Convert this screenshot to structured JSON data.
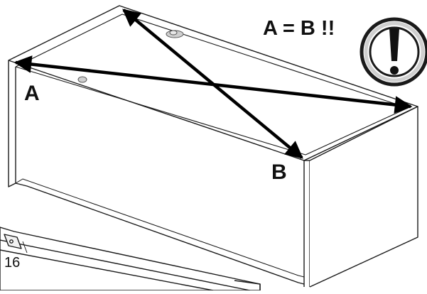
{
  "labels": {
    "corner_a": "A",
    "corner_b": "B",
    "equation": "A = B !!",
    "part_number": "16",
    "warning_mark": "!"
  },
  "colors": {
    "line": "#1a1a1a",
    "arrow": "#000000",
    "background": "#ffffff",
    "warning_ring_light": "#d9d9d9",
    "shadow_gray": "#bdbdbd"
  },
  "icons": {
    "warning": "exclamation-circle-icon",
    "diagonal_a": "double-arrow-icon",
    "diagonal_b": "double-arrow-icon"
  }
}
